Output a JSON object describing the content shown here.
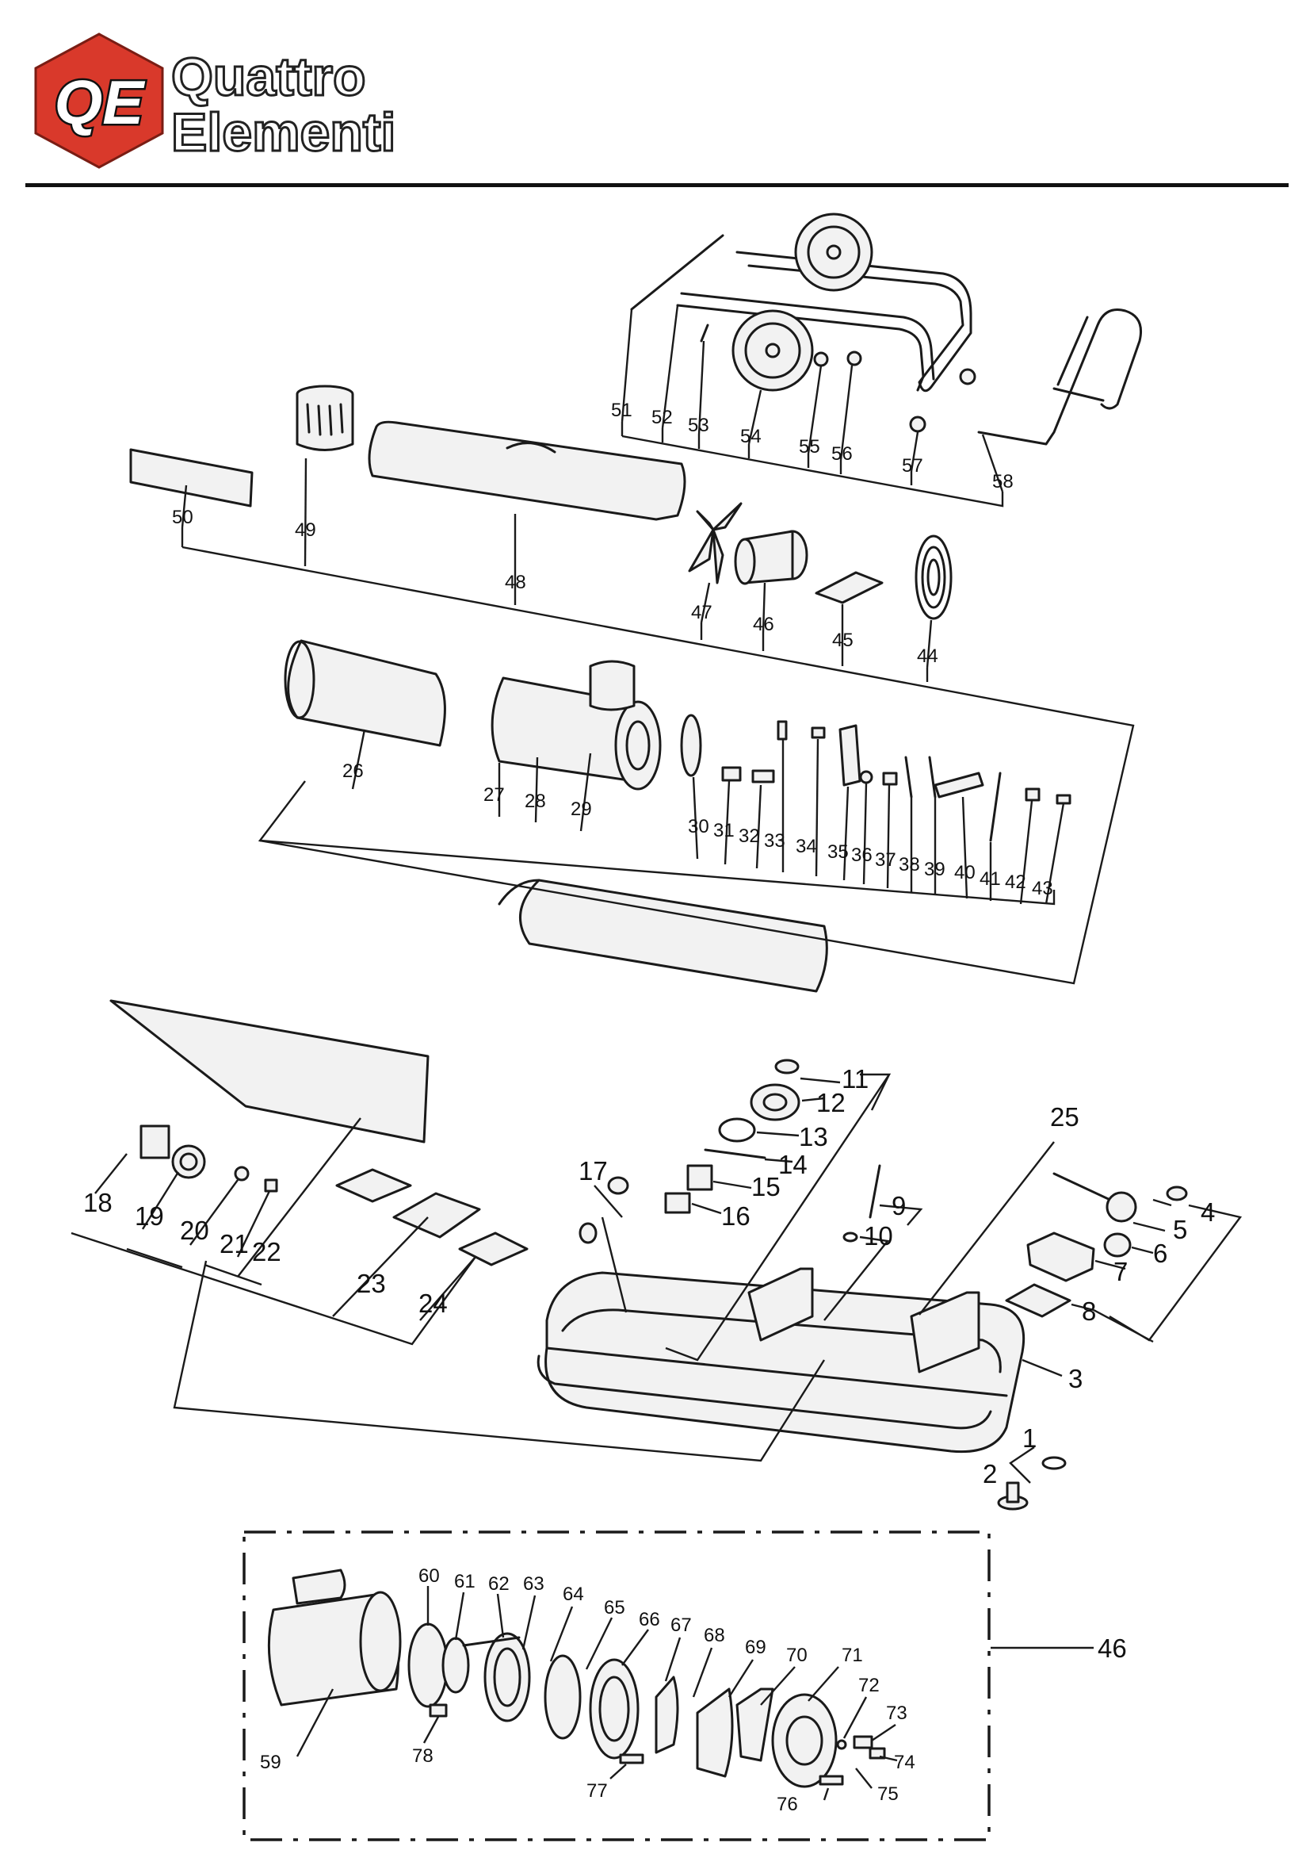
{
  "brand": {
    "logo_mark": "QE",
    "name_line1": "Quattro",
    "name_line2": "Elementi",
    "hex_color": "#d9392b"
  },
  "groups": {
    "handles": {
      "parts": [
        "51",
        "52",
        "53",
        "54",
        "55",
        "56",
        "57",
        "58"
      ]
    },
    "upper": {
      "parts": [
        "50",
        "49",
        "48",
        "47",
        "46",
        "45",
        "44"
      ]
    },
    "burner": {
      "parts": [
        "26",
        "27",
        "28",
        "29",
        "30",
        "31",
        "32",
        "33",
        "34",
        "35",
        "36",
        "37",
        "38",
        "39",
        "40",
        "41",
        "42",
        "43"
      ]
    },
    "control": {
      "parts": [
        "18",
        "19",
        "20",
        "21",
        "22",
        "23",
        "24"
      ]
    },
    "tank": {
      "parts": [
        "11",
        "12",
        "13",
        "14",
        "15",
        "16",
        "17",
        "25",
        "9",
        "10",
        "4",
        "5",
        "6",
        "7",
        "8",
        "3",
        "1",
        "2"
      ]
    },
    "motor": {
      "parts": [
        "60",
        "61",
        "62",
        "63",
        "64",
        "65",
        "66",
        "67",
        "68",
        "69",
        "70",
        "71",
        "72",
        "73",
        "74",
        "59",
        "78",
        "77",
        "76",
        "75"
      ],
      "assembly_ref": "46"
    }
  }
}
